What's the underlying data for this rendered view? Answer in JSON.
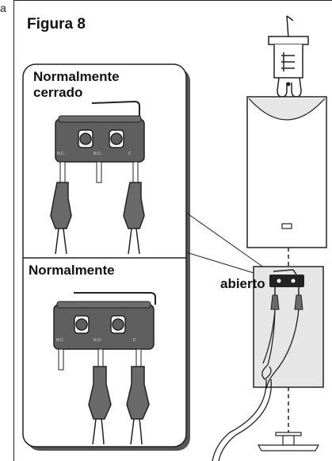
{
  "corner_char": "a",
  "figure": {
    "title": "Figura 8",
    "normally_closed": {
      "line1": "Normalmente",
      "line2": "cerrado"
    },
    "normally_open": {
      "line1": "Normalmente",
      "line2": "abierto"
    },
    "terminal_labels": {
      "nc": "N.C.",
      "no": "N.O.",
      "c": "C"
    }
  }
}
